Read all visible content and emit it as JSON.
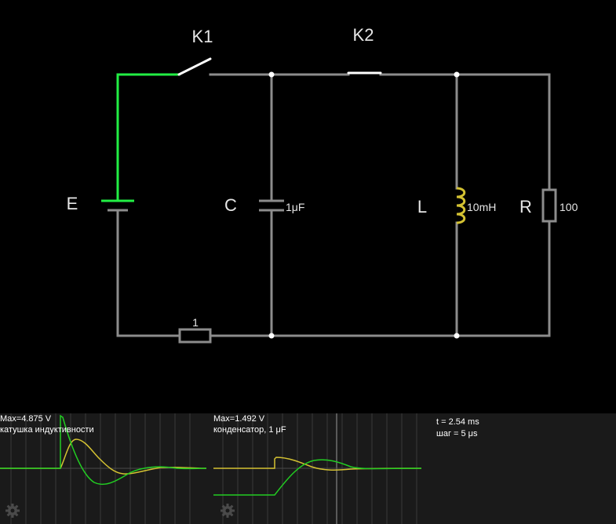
{
  "circuit": {
    "components": {
      "switch1": {
        "label": "K1"
      },
      "switch2": {
        "label": "K2"
      },
      "battery": {
        "label": "E"
      },
      "capacitor": {
        "label": "C",
        "value": "1μF"
      },
      "inductor": {
        "label": "L",
        "value": "10mH"
      },
      "resistor_load": {
        "label": "R",
        "value": "100"
      },
      "resistor_series": {
        "value": "1"
      }
    },
    "colors": {
      "wire": "#8c8c8c",
      "active_wire": "#22ee44",
      "component_label": "#e6e6e6"
    }
  },
  "scopes": [
    {
      "max_text": "Max=4.875 V",
      "name_text": "катушка индуктивности"
    },
    {
      "max_text": "Max=1.492 V",
      "name_text": "конденсатор, 1 μF"
    }
  ],
  "sim": {
    "time_text": "t = 2.54 ms",
    "step_text": "шаг = 5 μs"
  },
  "icons": {
    "settings": "gear-icon"
  },
  "colors": {
    "voltage_trace": "#22cc22",
    "current_trace": "#d4c232",
    "scope_bg": "#1a1a1a"
  }
}
